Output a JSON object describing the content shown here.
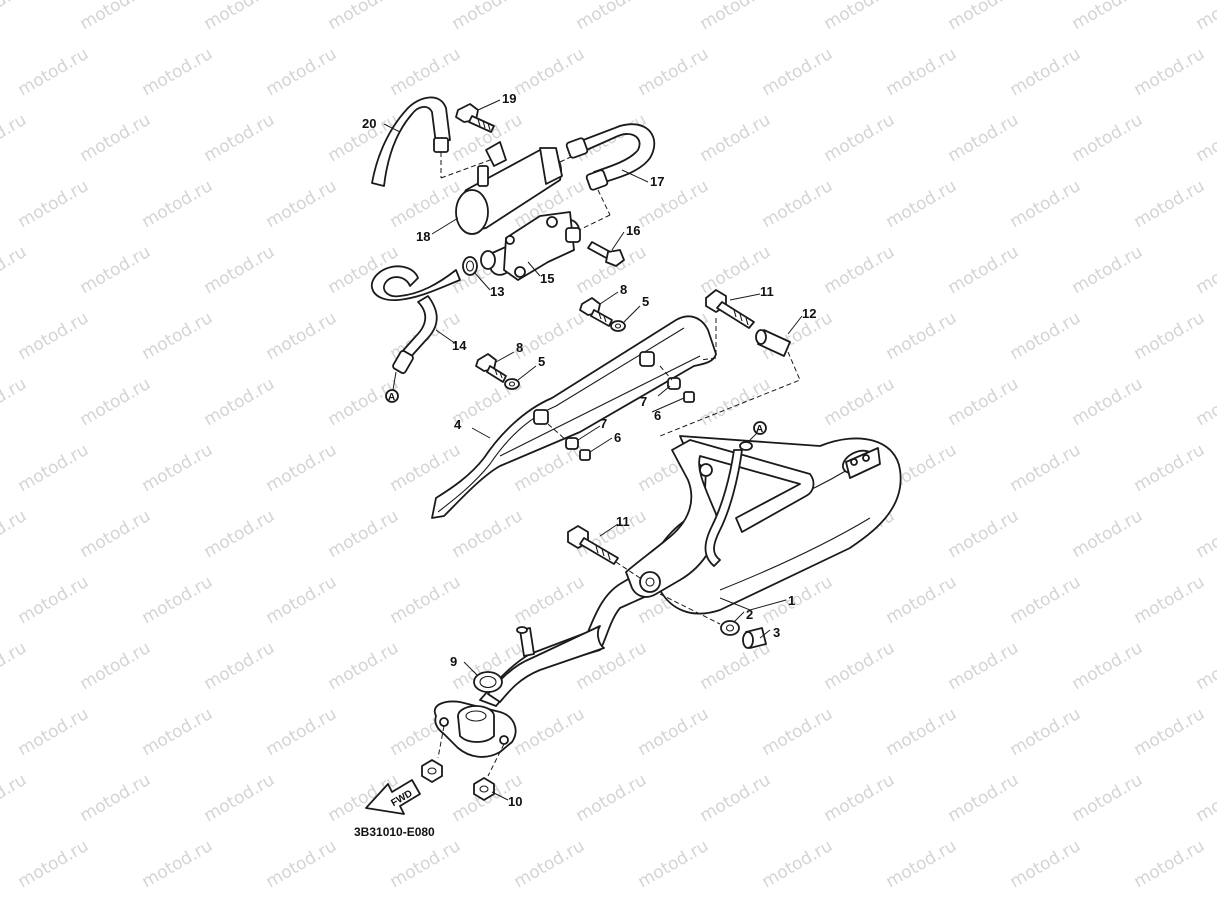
{
  "diagram": {
    "drawing_code": "3B31010-E080",
    "direction_label": "FWD",
    "watermark_text": "motod.ru",
    "callouts": [
      "1",
      "2",
      "3",
      "4",
      "5",
      "5",
      "6",
      "6",
      "7",
      "7",
      "8",
      "8",
      "9",
      "10",
      "11",
      "11",
      "12",
      "13",
      "14",
      "15",
      "16",
      "17",
      "18",
      "19",
      "20"
    ],
    "connection_marks": [
      "A",
      "A"
    ],
    "colors": {
      "line": "#1a1a1a",
      "watermark": "#d4d4d4",
      "background": "#ffffff"
    }
  }
}
